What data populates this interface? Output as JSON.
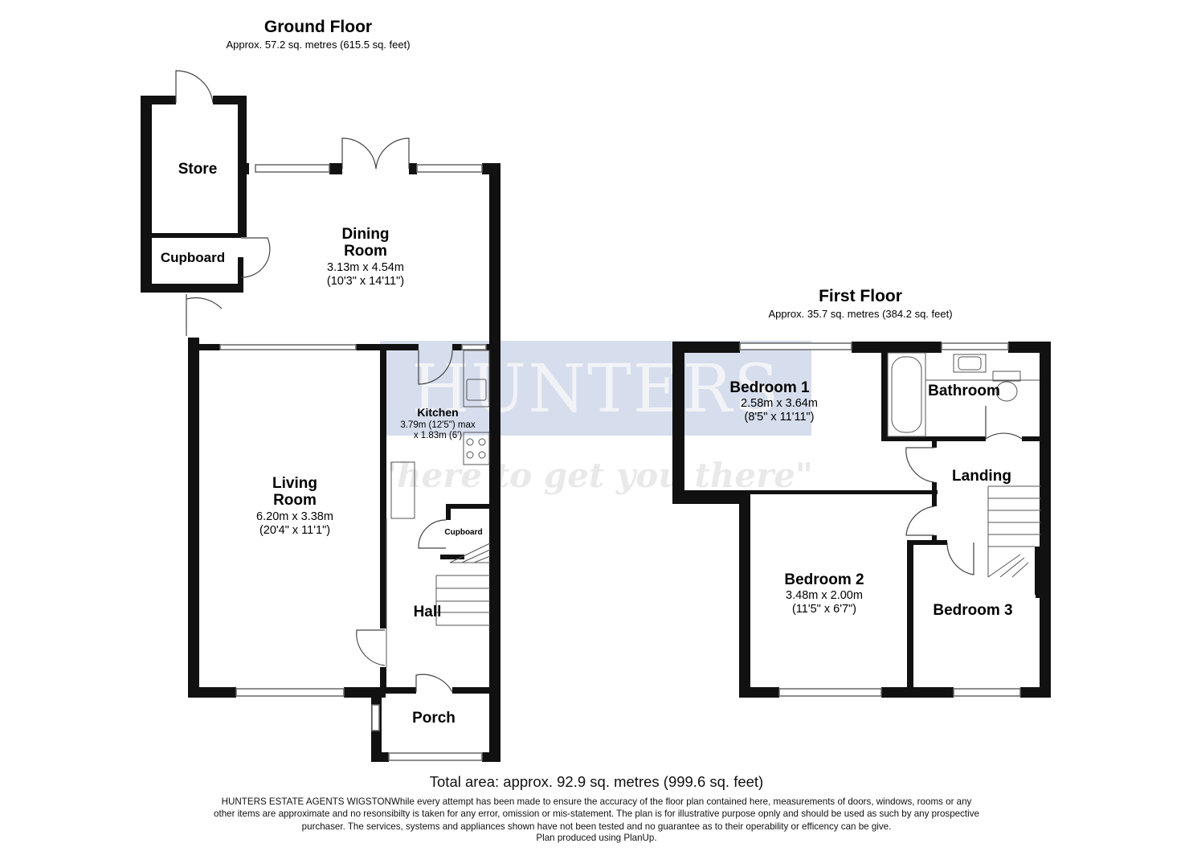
{
  "ground_floor": {
    "title": "Ground Floor",
    "area": "Approx. 57.2 sq. metres (615.5 sq. feet)",
    "rooms": {
      "store": {
        "name": "Store"
      },
      "cupboard_large": {
        "name": "Cupboard"
      },
      "dining": {
        "name_line1": "Dining",
        "name_line2": "Room",
        "dim_m": "3.13m x 4.54m",
        "dim_ft": "(10'3\" x 14'11\")"
      },
      "kitchen": {
        "name": "Kitchen",
        "dim_line1": "3.79m (12'5\") max",
        "dim_line2": "x 1.83m (6')"
      },
      "living": {
        "name_line1": "Living",
        "name_line2": "Room",
        "dim_m": "6.20m x 3.38m",
        "dim_ft": "(20'4\" x 11'1\")"
      },
      "cupboard_small": {
        "name": "Cupboard"
      },
      "hall": {
        "name": "Hall"
      },
      "porch": {
        "name": "Porch"
      }
    }
  },
  "first_floor": {
    "title": "First Floor",
    "area": "Approx. 35.7 sq. metres (384.2 sq. feet)",
    "rooms": {
      "bedroom1": {
        "name": "Bedroom 1",
        "dim_m": "2.58m x 3.64m",
        "dim_ft": "(8'5\" x 11'11\")"
      },
      "bathroom": {
        "name": "Bathroom"
      },
      "landing": {
        "name": "Landing"
      },
      "bedroom2": {
        "name": "Bedroom 2",
        "dim_m": "3.48m x 2.00m",
        "dim_ft": "(11'5\" x 6'7\")"
      },
      "bedroom3": {
        "name": "Bedroom 3"
      }
    }
  },
  "watermark": {
    "brand": "HUNTERS",
    "tagline": "\"here to get you there\""
  },
  "footer": {
    "total": "Total area: approx. 92.9 sq. metres (999.6 sq. feet)",
    "disclaimer": "HUNTERS ESTATE AGENTS WIGSTONWhile every attempt has been made to ensure the accuracy of the floor plan contained here, measurements of doors, windows, rooms or any other items are approximate and no resonsibilty is taken for any error, omission or mis-statement. The plan is for illustrative purpose opnly and should be used as such by any prospective purchaser. The services, systems and appliances shown have not been tested and no guarantee as to their operability or efficency can be give.",
    "credit": "Plan produced using PlanUp."
  },
  "colors": {
    "wall": "#111111",
    "watermark_bg": "#c9d2e6",
    "watermark_text": "#e6e6e6",
    "window": "#888888"
  }
}
